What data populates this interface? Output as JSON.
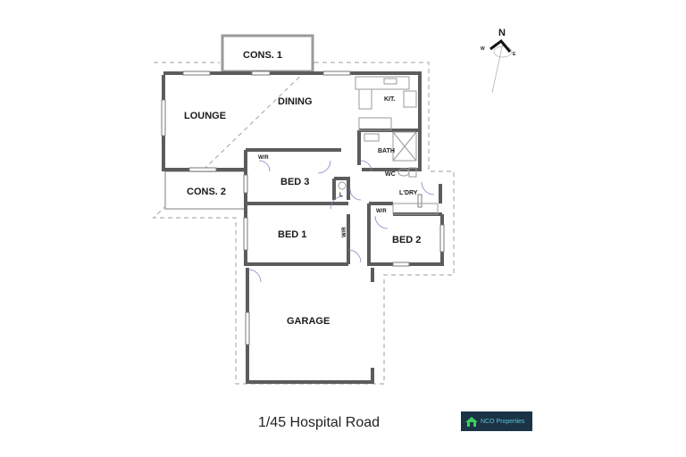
{
  "floorplan": {
    "rooms": [
      {
        "id": "cons1",
        "label": "CONS. 1"
      },
      {
        "id": "lounge",
        "label": "LOUNGE"
      },
      {
        "id": "dining",
        "label": "DINING"
      },
      {
        "id": "kitchen",
        "label": "KIT."
      },
      {
        "id": "bath",
        "label": "BATH"
      },
      {
        "id": "wc",
        "label": "WC"
      },
      {
        "id": "laundry",
        "label": "L'DRY"
      },
      {
        "id": "cons2",
        "label": "CONS. 2"
      },
      {
        "id": "bed3",
        "label": "BED 3"
      },
      {
        "id": "bed3_wr",
        "label": "W/R"
      },
      {
        "id": "linen",
        "label": "L"
      },
      {
        "id": "bed1",
        "label": "BED 1"
      },
      {
        "id": "bed1_wr",
        "label": "W/R"
      },
      {
        "id": "bed2",
        "label": "BED 2"
      },
      {
        "id": "bed2_wr",
        "label": "W/R"
      },
      {
        "id": "garage",
        "label": "GARAGE"
      }
    ],
    "compass": {
      "north": "N",
      "west": "W",
      "east": "E"
    }
  },
  "caption": "1/45 Hospital Road",
  "logo": {
    "text": "NCO  Properties",
    "bg_color": "#1a3446",
    "accent_color": "#3ccf5a"
  }
}
